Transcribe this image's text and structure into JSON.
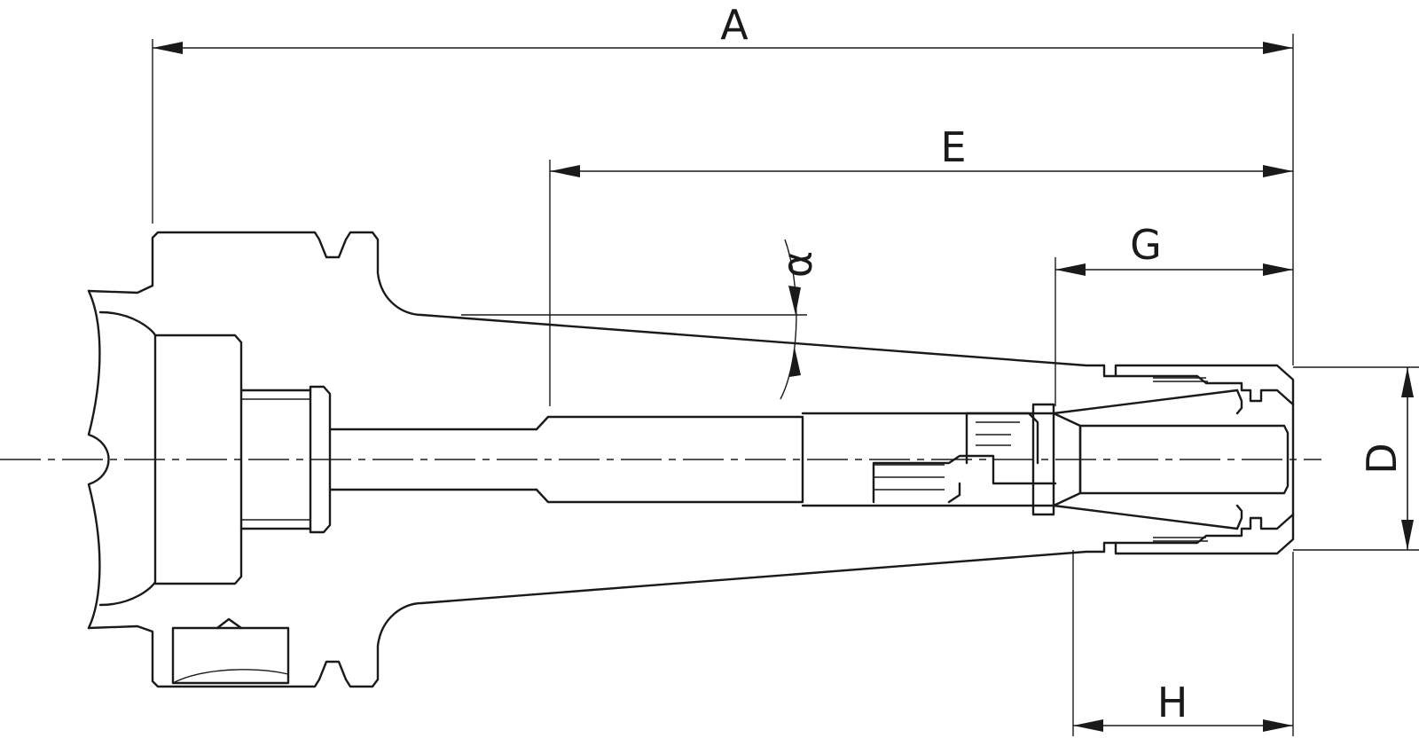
{
  "labels": {
    "a": "A",
    "e": "E",
    "g": "G",
    "alpha": "α",
    "d": "D",
    "h": "H"
  },
  "colors": {
    "line": "#1a1a1a",
    "background": "#ffffff"
  }
}
